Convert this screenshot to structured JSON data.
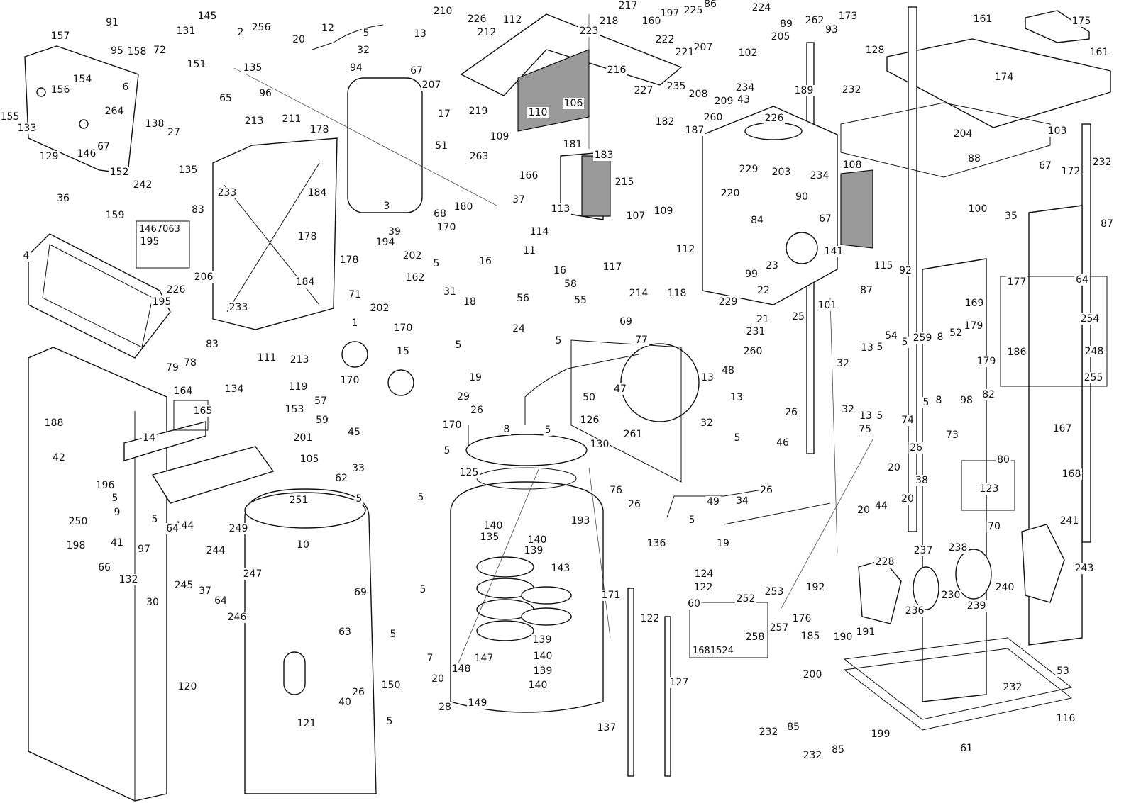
{
  "title": "Exploded parts diagram",
  "boxed_refs": [
    "1467063",
    "1681524"
  ],
  "part_labels": [
    "91",
    "145",
    "157",
    "131",
    "2",
    "256",
    "20",
    "12",
    "5",
    "13",
    "210",
    "226",
    "212",
    "112",
    "223",
    "217",
    "218",
    "160",
    "197",
    "225",
    "86",
    "224",
    "89",
    "262",
    "93",
    "173",
    "161",
    "175",
    "161",
    "95",
    "158",
    "72",
    "151",
    "135",
    "32",
    "94",
    "67",
    "207",
    "222",
    "221",
    "207",
    "205",
    "102",
    "128",
    "174",
    "154",
    "156",
    "6",
    "65",
    "96",
    "17",
    "219",
    "110",
    "106",
    "216",
    "227",
    "235",
    "208",
    "209",
    "234",
    "43",
    "189",
    "232",
    "155",
    "133",
    "264",
    "138",
    "27",
    "213",
    "211",
    "178",
    "51",
    "109",
    "182",
    "187",
    "260",
    "226",
    "204",
    "103",
    "129",
    "146",
    "67",
    "152",
    "242",
    "135",
    "181",
    "263",
    "166",
    "88",
    "232",
    "36",
    "233",
    "184",
    "3",
    "68",
    "180",
    "37",
    "183",
    "215",
    "229",
    "203",
    "234",
    "90",
    "67",
    "108",
    "172",
    "67",
    "159",
    "83",
    "195",
    "4",
    "39",
    "194",
    "170",
    "11",
    "113",
    "107",
    "109",
    "220",
    "84",
    "141",
    "114",
    "112",
    "115",
    "92",
    "100",
    "35",
    "87",
    "178",
    "206",
    "202",
    "5",
    "16",
    "162",
    "31",
    "18",
    "117",
    "23",
    "99",
    "22",
    "71",
    "178",
    "184",
    "226",
    "195",
    "233",
    "16",
    "58",
    "56",
    "214",
    "118",
    "229",
    "21",
    "25",
    "101",
    "87",
    "169",
    "177",
    "64",
    "254",
    "55",
    "69",
    "202",
    "1",
    "170",
    "24",
    "77",
    "231",
    "260",
    "13",
    "54",
    "5",
    "5",
    "259",
    "8",
    "52",
    "179",
    "179",
    "186",
    "248",
    "83",
    "78",
    "79",
    "213",
    "5",
    "5",
    "15",
    "47",
    "13",
    "48",
    "32",
    "255",
    "188",
    "164",
    "165",
    "111",
    "119",
    "134",
    "153",
    "57",
    "170",
    "19",
    "29",
    "26",
    "50",
    "13",
    "26",
    "32",
    "13",
    "5",
    "5",
    "8",
    "98",
    "82",
    "59",
    "201",
    "45",
    "170",
    "126",
    "8",
    "5",
    "261",
    "32",
    "5",
    "46",
    "75",
    "74",
    "73",
    "26",
    "167",
    "14",
    "42",
    "105",
    "62",
    "33",
    "5",
    "125",
    "130",
    "80",
    "20",
    "38",
    "168",
    "196",
    "5",
    "251",
    "5",
    "5",
    "76",
    "26",
    "49",
    "26",
    "123",
    "34",
    "44",
    "20",
    "20",
    "70",
    "9",
    "5",
    "250",
    "144",
    "64",
    "249",
    "97",
    "244",
    "198",
    "41",
    "66",
    "140",
    "135",
    "140",
    "139",
    "193",
    "5",
    "19",
    "136",
    "241",
    "10",
    "247",
    "132",
    "143",
    "237",
    "238",
    "228",
    "243",
    "124",
    "122",
    "122",
    "60",
    "253",
    "252",
    "192",
    "230",
    "240",
    "30",
    "245",
    "37",
    "64",
    "246",
    "5",
    "69",
    "171",
    "139",
    "140",
    "139",
    "140",
    "176",
    "239",
    "236",
    "191",
    "185",
    "190",
    "257",
    "258",
    "63",
    "5",
    "7",
    "147",
    "148",
    "20",
    "149",
    "127",
    "200",
    "232",
    "53",
    "120",
    "26",
    "150",
    "40",
    "28",
    "5",
    "121",
    "116",
    "232",
    "85",
    "199",
    "137",
    "232",
    "85",
    "61"
  ]
}
